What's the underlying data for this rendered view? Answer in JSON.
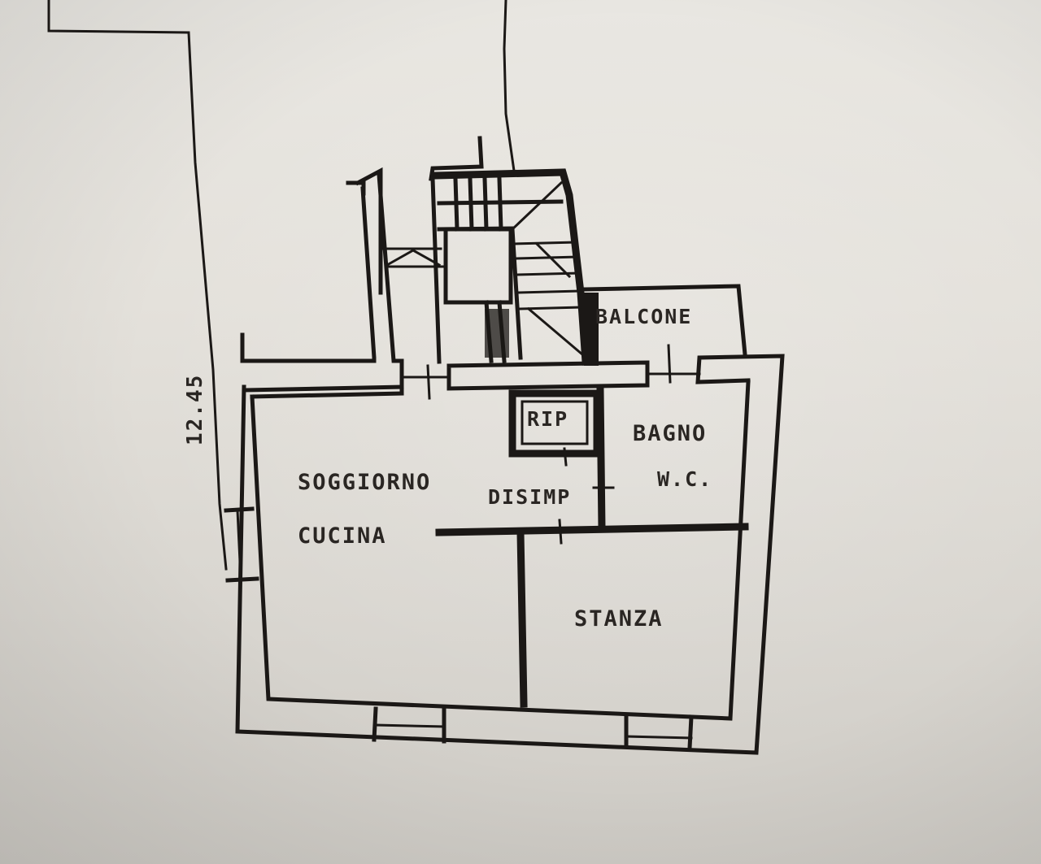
{
  "plan": {
    "type": "floor-plan",
    "background_color": "#e4e1db",
    "ink_color": "#1b1816",
    "dimension": {
      "value": "12.45",
      "orientation": "vertical"
    },
    "rooms": [
      {
        "id": "soggiorno",
        "label_line1": "SOGGIORNO",
        "label_line2": "CUCINA"
      },
      {
        "id": "disimpegno",
        "label": "DISIMP"
      },
      {
        "id": "ripostiglio",
        "label": "RIP"
      },
      {
        "id": "bagno",
        "label_line1": "BAGNO",
        "label_line2": "W.C."
      },
      {
        "id": "stanza",
        "label": "STANZA"
      },
      {
        "id": "balcone",
        "label": "BALCONE"
      }
    ],
    "features": [
      "staircase",
      "windows",
      "doors",
      "property-boundary-lines"
    ]
  }
}
